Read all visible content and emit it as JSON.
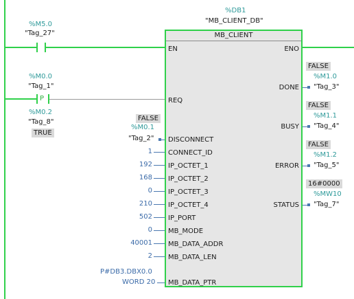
{
  "block": {
    "db_address": "%DB1",
    "db_name": "\"MB_CLIENT_DB\"",
    "title": "MB_CLIENT"
  },
  "contacts": {
    "en": {
      "address": "%M5.0",
      "tag": "\"Tag_27\""
    },
    "req": {
      "address": "%M0.0",
      "tag": "\"Tag_1\"",
      "edge_label": "P"
    },
    "req_edge": {
      "address": "%M0.2",
      "tag": "\"Tag_8\"",
      "state": "TRUE"
    }
  },
  "inputs": {
    "en": "EN",
    "req": "REQ",
    "disconnect": {
      "pin": "DISCONNECT",
      "state": "FALSE",
      "address": "%M0.1",
      "tag": "\"Tag_2\""
    },
    "connect_id": {
      "pin": "CONNECT_ID",
      "value": "1"
    },
    "ip_octet_1": {
      "pin": "IP_OCTET_1",
      "value": "192"
    },
    "ip_octet_2": {
      "pin": "IP_OCTET_2",
      "value": "168"
    },
    "ip_octet_3": {
      "pin": "IP_OCTET_3",
      "value": "0"
    },
    "ip_octet_4": {
      "pin": "IP_OCTET_4",
      "value": "210"
    },
    "ip_port": {
      "pin": "IP_PORT",
      "value": "502"
    },
    "mb_mode": {
      "pin": "MB_MODE",
      "value": "0"
    },
    "mb_data_addr": {
      "pin": "MB_DATA_ADDR",
      "value": "40001"
    },
    "mb_data_len": {
      "pin": "MB_DATA_LEN",
      "value": "2"
    },
    "mb_data_ptr": {
      "pin": "MB_DATA_PTR",
      "value_line1": "P#DB3.DBX0.0",
      "value_line2": "WORD 20"
    }
  },
  "outputs": {
    "eno": "ENO",
    "done": {
      "pin": "DONE",
      "state": "FALSE",
      "address": "%M1.0",
      "tag": "\"Tag_3\""
    },
    "busy": {
      "pin": "BUSY",
      "state": "FALSE",
      "address": "%M1.1",
      "tag": "\"Tag_4\""
    },
    "error": {
      "pin": "ERROR",
      "state": "FALSE",
      "address": "%M1.2",
      "tag": "\"Tag_5\""
    },
    "status": {
      "pin": "STATUS",
      "state": "16#0000",
      "address": "%MW10",
      "tag": "\"Tag_7\""
    }
  },
  "colors": {
    "energized": "#2fd04a",
    "address": "#2f9a9a",
    "value": "#3a6aa8",
    "block_fill": "#e6e6e6"
  }
}
